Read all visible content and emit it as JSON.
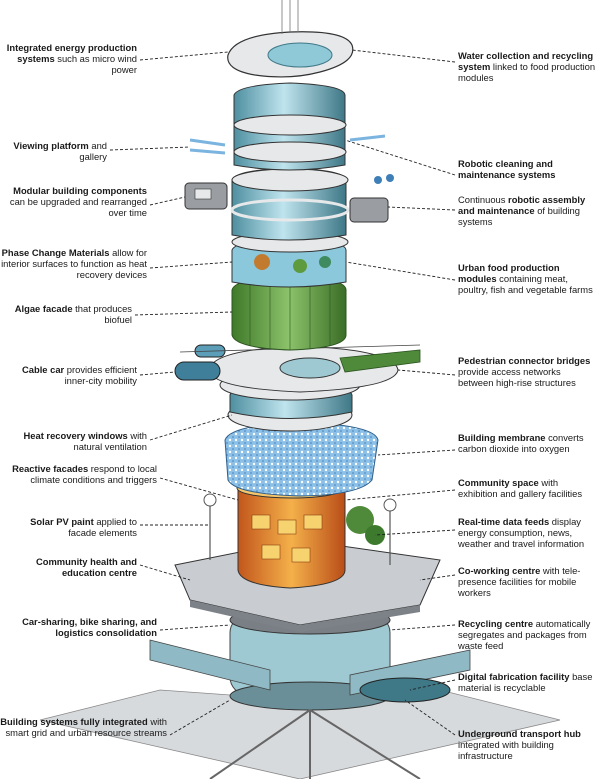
{
  "labels_left": [
    {
      "id": "energy",
      "bold": "Integrated energy production systems",
      "rest": " such as micro wind power"
    },
    {
      "id": "viewing",
      "bold": "Viewing platform",
      "rest": " and gallery"
    },
    {
      "id": "modular",
      "bold": "Modular building components",
      "rest": " can be upgraded and rearranged over time"
    },
    {
      "id": "pcm",
      "bold": "Phase Change Materials",
      "rest": " allow for interior surfaces to function as heat recovery devices"
    },
    {
      "id": "algae",
      "bold": "Algae facade",
      "rest": " that produces biofuel"
    },
    {
      "id": "cablecar",
      "bold": "Cable car",
      "rest": " provides efficient inner-city mobility"
    },
    {
      "id": "heatwin",
      "bold": "Heat recovery windows",
      "rest": " with natural ventilation"
    },
    {
      "id": "reactive",
      "bold": "Reactive facades",
      "rest": " respond to local climate conditions and triggers"
    },
    {
      "id": "solar",
      "bold": "Solar PV paint",
      "rest": " applied to facade elements"
    },
    {
      "id": "health",
      "bold": "Community health and education centre",
      "rest": ""
    },
    {
      "id": "carshare",
      "bold": "Car-sharing, bike sharing, and logistics consolidation",
      "rest": ""
    },
    {
      "id": "bsystems",
      "bold": "Building systems fully integrated",
      "rest": " with smart grid and urban resource streams"
    }
  ],
  "labels_right": [
    {
      "id": "water",
      "bold": "Water collection and recycling system",
      "rest": " linked to food production modules"
    },
    {
      "id": "robotic",
      "bold": "Robotic cleaning and maintenance systems",
      "rest": ""
    },
    {
      "id": "assembly",
      "pre": "Continuous ",
      "bold": "robotic assembly and maintenance",
      "rest": " of building systems"
    },
    {
      "id": "urbanfood",
      "bold": "Urban food production modules",
      "rest": " containing meat, poultry, fish and vegetable farms"
    },
    {
      "id": "pedestrian",
      "bold": "Pedestrian connector bridges",
      "rest": " provide access networks between high-rise structures"
    },
    {
      "id": "membrane",
      "bold": "Building membrane",
      "rest": " converts carbon dioxide into oxygen"
    },
    {
      "id": "community",
      "bold": "Community space",
      "rest": " with exhibition and gallery facilities"
    },
    {
      "id": "datafeeds",
      "bold": "Real-time data feeds",
      "rest": " display energy consumption, news, weather and travel information"
    },
    {
      "id": "coworking",
      "bold": "Co-working centre",
      "rest": " with tele-presence facilities for mobile workers"
    },
    {
      "id": "recycling",
      "bold": "Recycling centre",
      "rest": " automatically segregates and packages from waste feed"
    },
    {
      "id": "digifab",
      "bold": "Digital fabrication facility",
      "rest": " base material is recyclable"
    },
    {
      "id": "transport",
      "bold": "Underground transport hub",
      "rest": " integrated with building infrastructure"
    }
  ],
  "colors": {
    "glass": "#8fc8d6",
    "glass_dark": "#4e8fa0",
    "floor": "#e6e8ea",
    "floor_edge": "#5a5f66",
    "algae": "#5e9a3e",
    "membrane": "#7ab4df",
    "community": "#e88a2a",
    "pavement": "#bfc3c7",
    "leader": "#222222"
  }
}
